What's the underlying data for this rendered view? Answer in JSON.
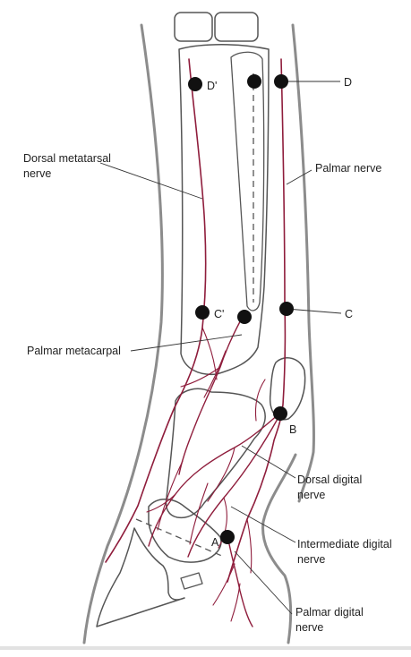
{
  "colors": {
    "nerve": "#8f1d3c",
    "bone_outline": "#555555",
    "skin_outline": "#8c8c8c",
    "block_point": "#111111",
    "background": "#ffffff"
  },
  "point_labels": {
    "d_prime": "D'",
    "d": "D",
    "c_prime": "C'",
    "c": "C",
    "b": "B",
    "a": "A"
  },
  "nerve_labels": {
    "dorsal_metatarsal": [
      "Dorsal metatarsal",
      "nerve"
    ],
    "palmar": [
      "Palmar nerve"
    ],
    "palmar_metacarpal": [
      "Palmar metacarpal"
    ],
    "dorsal_digital": [
      "Dorsal digital",
      "nerve"
    ],
    "intermediate_digital": [
      "Intermediate digital",
      "nerve"
    ],
    "palmar_digital": [
      "Palmar digital",
      "nerve"
    ]
  }
}
